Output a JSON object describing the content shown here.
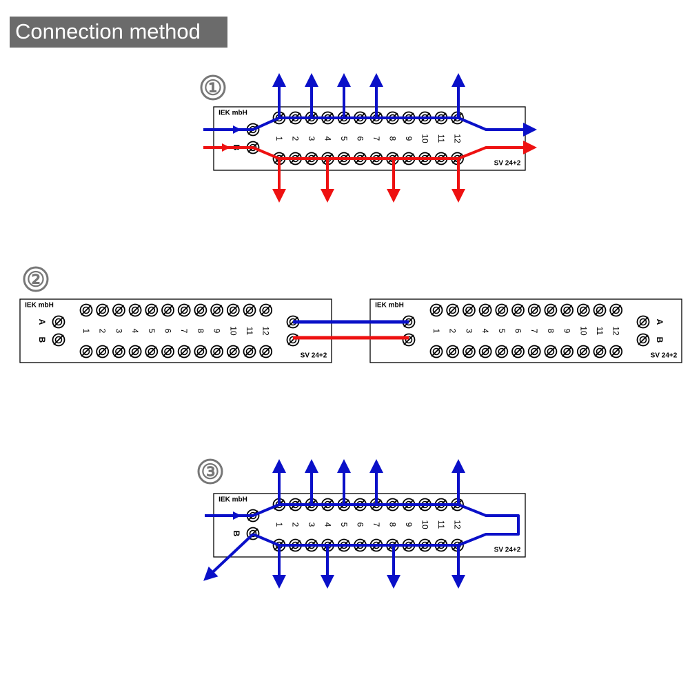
{
  "title": "Connection method",
  "board": {
    "maker": "IEK mbH",
    "model": "SV 24+2",
    "label_a": "A",
    "label_b": "B",
    "terminals": [
      "1",
      "2",
      "3",
      "4",
      "5",
      "6",
      "7",
      "8",
      "9",
      "10",
      "11",
      "12"
    ]
  },
  "steps": [
    {
      "number": "①"
    },
    {
      "number": "②"
    },
    {
      "number": "③"
    }
  ],
  "colors": {
    "blue": "#0a10c8",
    "red": "#ee1111",
    "title_bg": "#6b6b6b"
  }
}
